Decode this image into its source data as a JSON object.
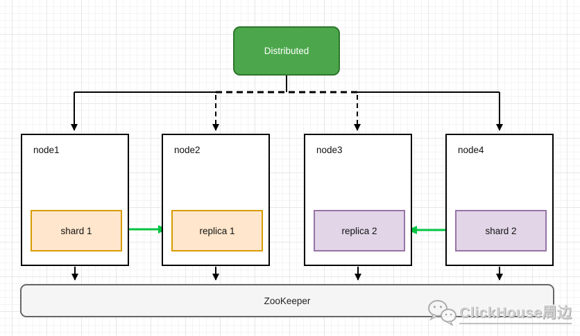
{
  "diagram": {
    "distributed": {
      "label": "Distributed"
    },
    "nodes": [
      {
        "label": "node1",
        "box_label": "shard 1",
        "box_fill": "#FFE6CC",
        "box_border": "#D79B00"
      },
      {
        "label": "node2",
        "box_label": "replica 1",
        "box_fill": "#FFE6CC",
        "box_border": "#D79B00"
      },
      {
        "label": "node3",
        "box_label": "replica 2",
        "box_fill": "#E1D5E7",
        "box_border": "#9673A6"
      },
      {
        "label": "node4",
        "box_label": "shard 2",
        "box_fill": "#E1D5E7",
        "box_border": "#9673A6"
      }
    ],
    "zookeeper": {
      "label": "ZooKeeper"
    },
    "edges": [
      {
        "from": "Distributed",
        "to": "node1",
        "style": "solid",
        "color": "#000000"
      },
      {
        "from": "Distributed",
        "to": "node2",
        "style": "dashed",
        "color": "#000000"
      },
      {
        "from": "Distributed",
        "to": "node3",
        "style": "dashed",
        "color": "#000000"
      },
      {
        "from": "Distributed",
        "to": "node4",
        "style": "solid",
        "color": "#000000"
      },
      {
        "from": "shard 1",
        "to": "replica 1",
        "style": "solid",
        "color": "#00C440"
      },
      {
        "from": "shard 2",
        "to": "replica 2",
        "style": "solid",
        "color": "#00C440"
      },
      {
        "from": "node1",
        "to": "ZooKeeper",
        "style": "solid",
        "color": "#000000"
      },
      {
        "from": "node2",
        "to": "ZooKeeper",
        "style": "solid",
        "color": "#000000"
      },
      {
        "from": "node3",
        "to": "ZooKeeper",
        "style": "solid",
        "color": "#000000"
      },
      {
        "from": "node4",
        "to": "ZooKeeper",
        "style": "solid",
        "color": "#000000"
      }
    ],
    "colors": {
      "distributed_fill": "#4CA74C",
      "distributed_border": "#2D762B",
      "replication_arrow_green": "#00C440",
      "zookeeper_fill": "#F5F5F5",
      "zookeeper_border": "#666666",
      "node_border": "#000000"
    }
  },
  "watermark": {
    "icon": "wechat-icon",
    "text": "ClickHouse周边"
  }
}
